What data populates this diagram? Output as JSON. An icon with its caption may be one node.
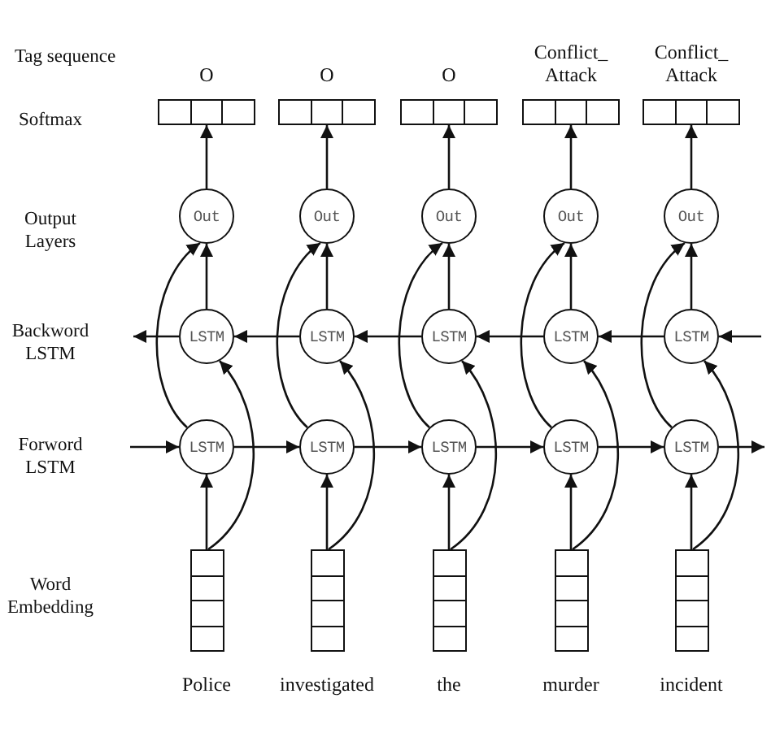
{
  "diagram": {
    "nodes": [
      {
        "text": [],
        "shape": "bar",
        "beside": [
          "O"
        ]
      },
      {
        "text": [],
        "shape": "bar",
        "beside": [
          "O"
        ]
      },
      {
        "text": [],
        "shape": "bar",
        "beside": [
          "O"
        ]
      },
      {
        "text": [],
        "shape": "bar",
        "beside": [
          "Conflict_ Attack"
        ]
      },
      {
        "text": [],
        "shape": "bar",
        "beside": [
          "Conflict_ Attack"
        ]
      },
      {
        "text": [
          "Out"
        ]
      },
      {
        "text": [
          "Out"
        ]
      },
      {
        "text": [
          "Out"
        ]
      },
      {
        "text": [
          "Out"
        ]
      },
      {
        "text": [
          "Out"
        ]
      },
      {
        "text": [
          "LSTM"
        ]
      },
      {
        "text": [
          "LSTM"
        ]
      },
      {
        "text": [
          "LSTM"
        ]
      },
      {
        "text": [
          "LSTM"
        ]
      },
      {
        "text": [
          "LSTM"
        ]
      },
      {
        "text": [
          "LSTM"
        ]
      },
      {
        "text": [
          "LSTM"
        ]
      },
      {
        "text": [
          "LSTM"
        ]
      },
      {
        "text": [
          "LSTM"
        ]
      },
      {
        "text": [
          "LSTM"
        ]
      },
      {
        "text": [],
        "shape": "bar",
        "beside": [
          "Police"
        ]
      },
      {
        "text": [],
        "shape": "bar",
        "beside": [
          "investigated"
        ]
      },
      {
        "text": [],
        "shape": "bar",
        "beside": [
          "the"
        ]
      },
      {
        "text": [],
        "shape": "bar",
        "beside": [
          "murder"
        ]
      },
      {
        "text": [],
        "shape": "bar",
        "beside": [
          "incident"
        ]
      }
    ],
    "edges": [
      {
        "from": 5,
        "to": 0,
        "arrow": "to"
      },
      {
        "from": 6,
        "to": 1,
        "arrow": "to"
      },
      {
        "from": 7,
        "to": 2,
        "arrow": "to"
      },
      {
        "from": 8,
        "to": 3,
        "arrow": "to"
      },
      {
        "from": 9,
        "to": 4,
        "arrow": "to"
      },
      {
        "from": 10,
        "to": 5,
        "arrow": "to"
      },
      {
        "from": 11,
        "to": 6,
        "arrow": "to"
      },
      {
        "from": 12,
        "to": 7,
        "arrow": "to"
      },
      {
        "from": 13,
        "to": 8,
        "arrow": "to"
      },
      {
        "from": 14,
        "to": 9,
        "arrow": "to"
      },
      {
        "from": 15,
        "to": 5,
        "arrow": "to"
      },
      {
        "from": 16,
        "to": 6,
        "arrow": "to"
      },
      {
        "from": 17,
        "to": 7,
        "arrow": "to"
      },
      {
        "from": 18,
        "to": 8,
        "arrow": "to"
      },
      {
        "from": 19,
        "to": 9,
        "arrow": "to"
      },
      {
        "from": null,
        "to": 14,
        "arrow": "to"
      },
      {
        "from": 14,
        "to": 13,
        "arrow": "to"
      },
      {
        "from": 13,
        "to": 12,
        "arrow": "to"
      },
      {
        "from": 12,
        "to": 11,
        "arrow": "to"
      },
      {
        "from": 11,
        "to": 10,
        "arrow": "to"
      },
      {
        "from": 10,
        "to": null,
        "arrow": "to"
      },
      {
        "from": null,
        "to": 15,
        "arrow": "to"
      },
      {
        "from": 15,
        "to": 16,
        "arrow": "to"
      },
      {
        "from": 16,
        "to": 17,
        "arrow": "to"
      },
      {
        "from": 17,
        "to": 18,
        "arrow": "to"
      },
      {
        "from": 18,
        "to": 19,
        "arrow": "to"
      },
      {
        "from": 19,
        "to": null,
        "arrow": "to"
      },
      {
        "from": 20,
        "to": 15,
        "arrow": "to"
      },
      {
        "from": 21,
        "to": 16,
        "arrow": "to"
      },
      {
        "from": 22,
        "to": 17,
        "arrow": "to"
      },
      {
        "from": 23,
        "to": 18,
        "arrow": "to"
      },
      {
        "from": 24,
        "to": 19,
        "arrow": "to"
      },
      {
        "from": 20,
        "to": 10,
        "arrow": "to"
      },
      {
        "from": 21,
        "to": 11,
        "arrow": "to"
      },
      {
        "from": 22,
        "to": 12,
        "arrow": "to"
      },
      {
        "from": 23,
        "to": 13,
        "arrow": "to"
      },
      {
        "from": 24,
        "to": 14,
        "arrow": "to"
      }
    ],
    "labels": [
      "Tag sequence",
      "Softmax",
      "Output Layers",
      "Backword LSTM",
      "Forword LSTM",
      "Word Embedding"
    ]
  }
}
